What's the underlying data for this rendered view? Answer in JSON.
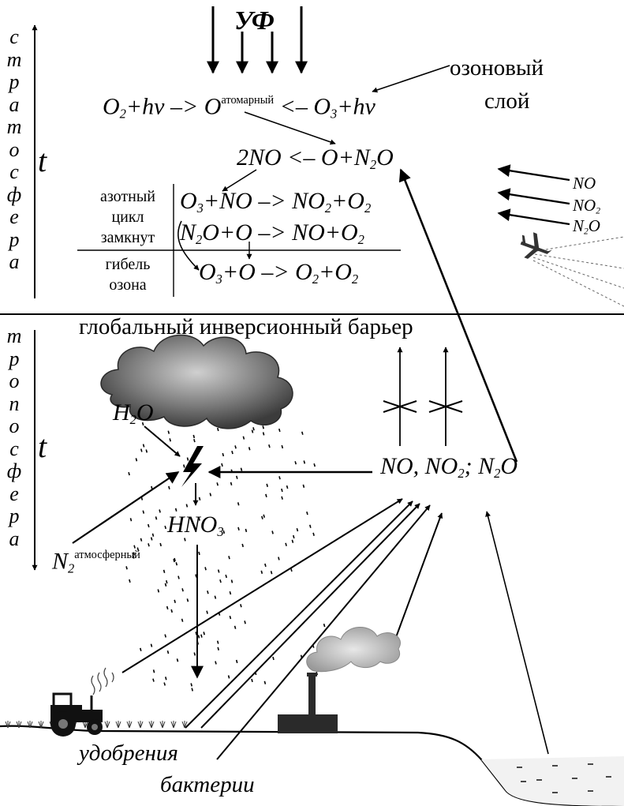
{
  "zones": {
    "stratosphere": {
      "letters": [
        "с",
        "т",
        "р",
        "а",
        "т",
        "о",
        "с",
        "ф",
        "е",
        "р",
        "а"
      ],
      "t_label": "t"
    },
    "troposphere": {
      "letters": [
        "т",
        "р",
        "о",
        "п",
        "о",
        "с",
        "ф",
        "е",
        "р",
        "а"
      ],
      "t_label": "t"
    }
  },
  "uv_label": "УФ",
  "ozone_layer": {
    "line1": "озоновый",
    "line2": "слой"
  },
  "reactions": {
    "photolysis_left": {
      "o": "O",
      "two": "2",
      "tail": "+hν –> O"
    },
    "atomic_sup": "атомарный",
    "photolysis_right": {
      "head": "<– O",
      "three": "3",
      "tail": "+hν"
    },
    "no_formation": {
      "head": "2NO <– O+N",
      "two": "2",
      "o": "O"
    },
    "cycle1": {
      "o3": "O",
      "three": "3",
      "mid": "+NO –> NO",
      "two_a": "2",
      "plus": "+O",
      "two_b": "2"
    },
    "cycle2": {
      "n2": "N",
      "two_a": "2",
      "mid": "O+O –> NO+O",
      "two_b": "2"
    },
    "destruction": {
      "o3": "O",
      "three": "3",
      "mid": "+O –> O",
      "two_a": "2",
      "plus": "+O",
      "two_b": "2"
    }
  },
  "table_labels": {
    "nitrogen_cycle": [
      "азотный",
      "цикл",
      "замкнут"
    ],
    "ozone_death": [
      "гибель",
      "озона"
    ]
  },
  "plane_emissions": {
    "no": "NO",
    "no2": {
      "main": "NO",
      "sub": "2"
    },
    "n2o": {
      "main": "N",
      "sub": "2",
      "tail": "O"
    }
  },
  "inversion_barrier": "глобальный инверсионный барьер",
  "troposphere_chem": {
    "water": {
      "main": "H",
      "sub": "2",
      "tail": "O"
    },
    "nitric_acid": {
      "main": "HNO",
      "sub": "3"
    },
    "nox": {
      "a": "NO, NO",
      "sub1": "2",
      "b": "; N",
      "sub2": "2",
      "c": "O"
    },
    "atmospheric_n2": {
      "main": "N",
      "sub": "2",
      "sup": "атмосферный"
    }
  },
  "ground_labels": {
    "fertilizers": "удобрения",
    "bacteria": "бактерии"
  },
  "colors": {
    "ink": "#000000",
    "paper": "#ffffff",
    "cloud_dark": "#3c3c3c",
    "cloud_light": "#c8c8c8",
    "smoke": "#b9b9b9",
    "water": "#f2f2f2"
  }
}
